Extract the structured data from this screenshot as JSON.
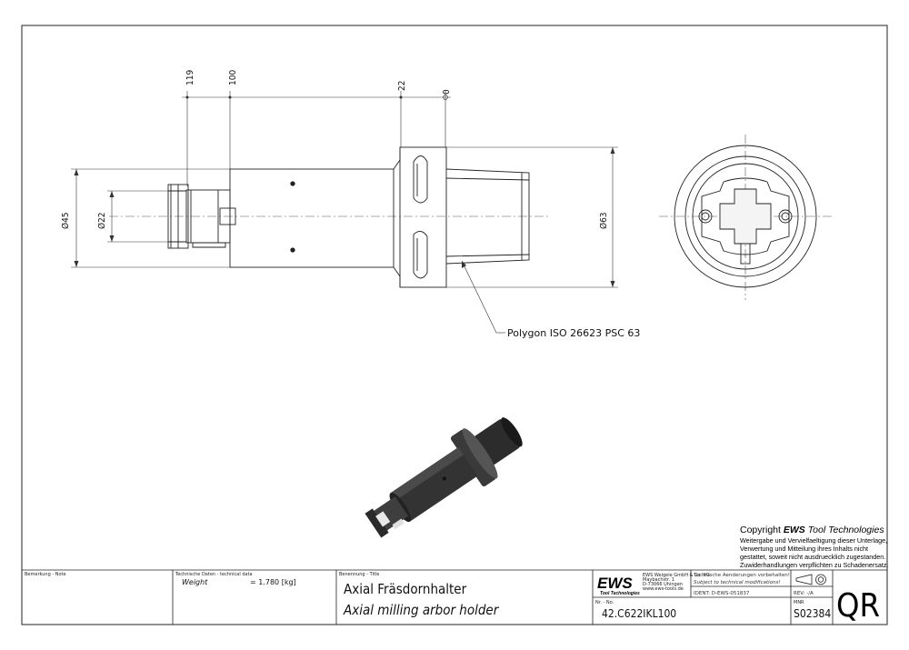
{
  "dimensions": {
    "d119": "119",
    "d100": "100",
    "d22": "22",
    "d0": "0",
    "dia45": "Ø45",
    "dia22": "Ø22",
    "dia63": "Ø63"
  },
  "callout": "Polygon ISO 26623 PSC 63",
  "copyright": {
    "prefix": "Copyright ",
    "brand": "EWS",
    "suffix": " Tool Technologies",
    "lines": [
      "Weitergabe und Vervielfaeltigung dieser Unterlage,",
      "Verwertung und Mitteilung ihres Inhalts nicht",
      "gestattet, soweit nicht ausdruecklich zugestanden.",
      "Zuwiderhandlungen verpflichten zu Schadenersatz."
    ]
  },
  "title_block": {
    "note_label": "Bemerkung - Note",
    "tech_label": "Technische Daten - technical data",
    "weight_label": "Weight",
    "weight_value": "= 1.780 [kg]",
    "title_label": "Benennung - Title",
    "title_de": "Axial Fräsdornhalter",
    "title_en": "Axial milling arbor holder",
    "logo_text": "EWS",
    "logo_sub": "Tool Technologies",
    "company": [
      "EWS Weigele GmbH & Co. KG",
      "Maybachstr. 1",
      "D-73066 Uhingen",
      "www.ews-tools.de"
    ],
    "changes_de": "Technische Aenderungen vorbehalten!",
    "changes_en": "Subject to technical modifications!",
    "ident": "IDENT: D-EWS-051837",
    "rev": "REV: -/A",
    "nr_label": "Nr. - No.",
    "part_no": "42.C622IKL100",
    "mnr_label": "MNR",
    "mnr": "S02384",
    "qr": "QR"
  }
}
